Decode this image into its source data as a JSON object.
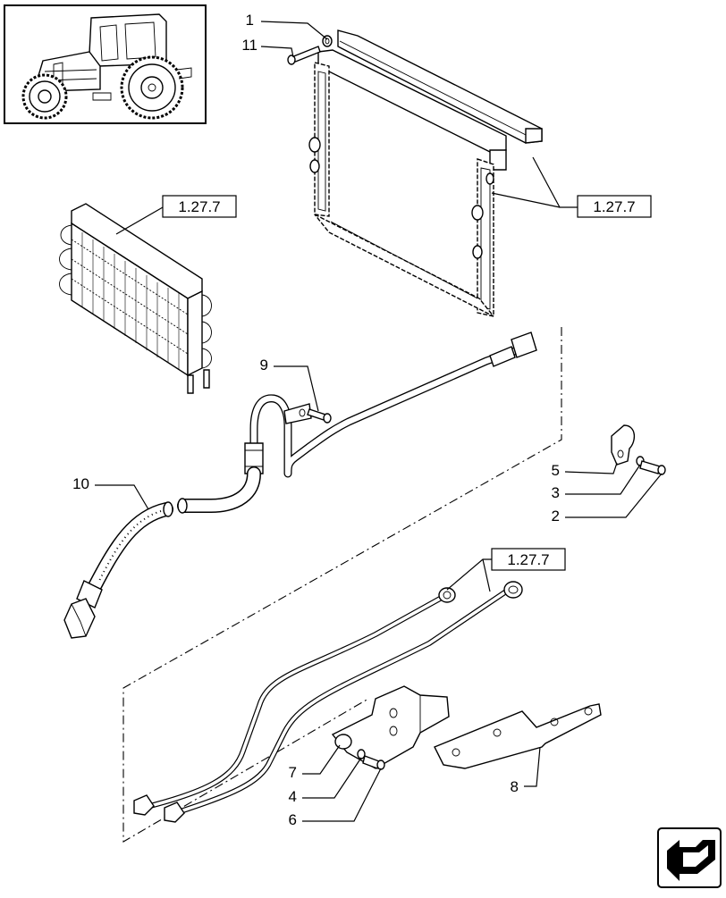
{
  "labels": {
    "c1": "1",
    "c2": "2",
    "c3": "3",
    "c4": "4",
    "c5": "5",
    "c6": "6",
    "c7": "7",
    "c8": "8",
    "c9": "9",
    "c10": "10",
    "c11": "11"
  },
  "refs": {
    "ref_condenser": "1.27.7",
    "ref_frame": "1.27.7",
    "ref_pipes": "1.27.7"
  },
  "icons": {
    "thumbnail": "tractor-thumbnail-icon",
    "next_page": "next-page-arrow-icon"
  }
}
